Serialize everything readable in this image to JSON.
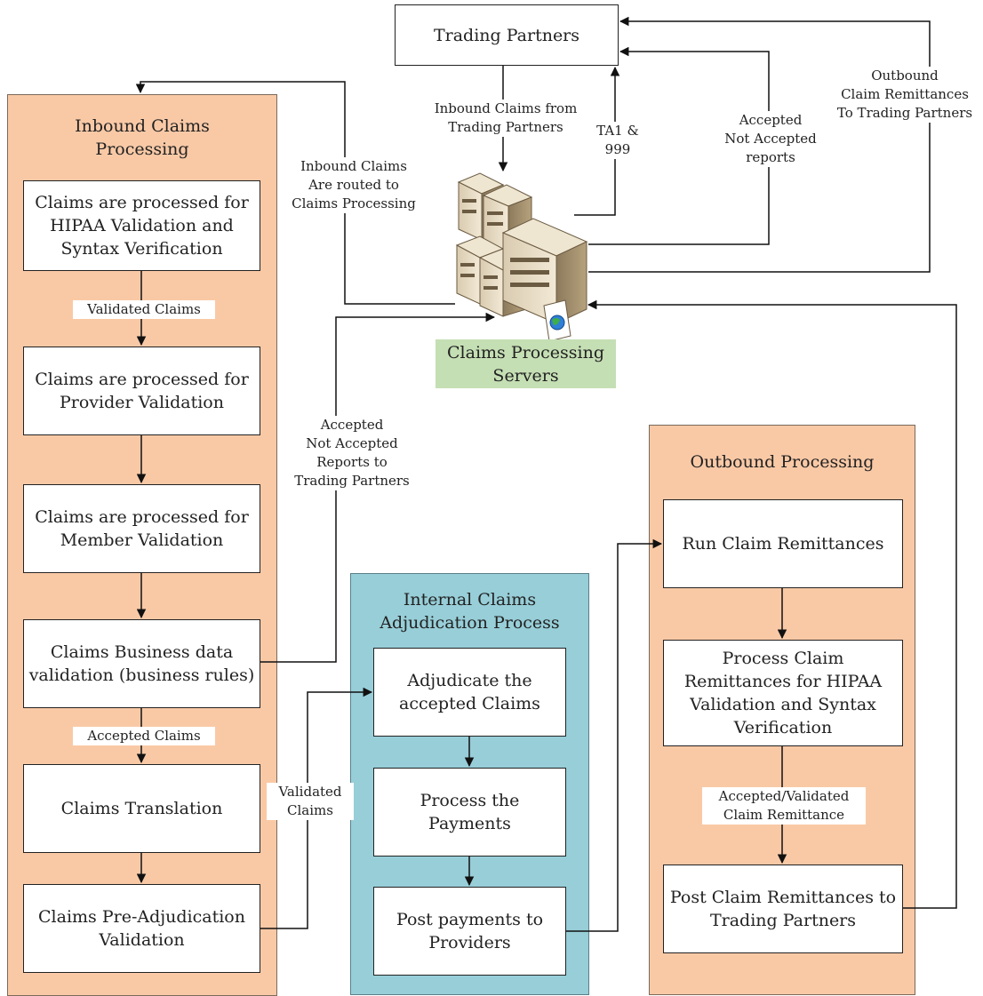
{
  "trading_partners": "Trading Partners",
  "servers_label": "Claims Processing\nServers",
  "inbound": {
    "title": "Inbound Claims\nProcessing",
    "steps": [
      "Claims are processed for\nHIPAA Validation and\nSyntax Verification",
      "Claims  are processed for\nProvider Validation",
      "Claims are processed for\nMember Validation",
      "Claims Business data\nvalidation (business rules)",
      "Claims Translation",
      "Claims Pre-Adjudication\nValidation"
    ],
    "labels": {
      "validated_claims": "Validated Claims",
      "accepted_claims": "Accepted Claims"
    }
  },
  "internal": {
    "title": "Internal Claims\nAdjudication Process",
    "steps": [
      "Adjudicate the\naccepted Claims",
      "Process the\nPayments",
      "Post payments to\nProviders"
    ]
  },
  "outbound": {
    "title": "Outbound Processing",
    "steps": [
      "Run Claim Remittances",
      "Process Claim\nRemittances for HIPAA\nValidation and Syntax\nVerification",
      "Post Claim Remittances to\nTrading Partners"
    ],
    "labels": {
      "accepted_validated": "Accepted/Validated\nClaim Remittance"
    }
  },
  "flow_labels": {
    "inbound_from_tp": "Inbound Claims from\nTrading Partners",
    "ta1_999": "TA1 &\n999",
    "accepted_reports": "Accepted\nNot Accepted\nreports",
    "outbound_remittances": "Outbound\nClaim Remittances\nTo Trading Partners",
    "routed_to_processing": "Inbound Claims\nAre routed to\nClaims Processing",
    "reports_to_tp": "Accepted\nNot Accepted\nReports to\nTrading Partners",
    "validated_claims": "Validated\nClaims"
  },
  "colors": {
    "swimlane_orange": "#f9c9a6",
    "swimlane_blue": "#97ced8",
    "servers_label_green": "#c5dfb4"
  },
  "icons": [
    "server-cluster-icon",
    "globe-icon"
  ]
}
